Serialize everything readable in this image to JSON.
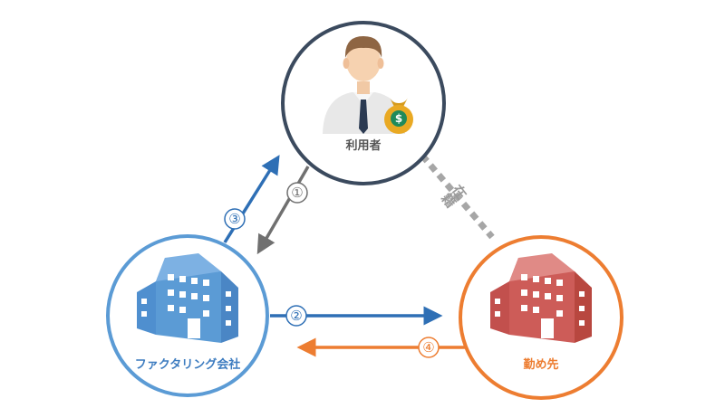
{
  "nodes": {
    "user": {
      "label": "利用者",
      "border_color": "#3b4a5e"
    },
    "factoring": {
      "label": "ファクタリング会社",
      "border_color": "#5b9bd5",
      "label_color": "#3d7cc0",
      "building_color": "#5b9bd5"
    },
    "employer": {
      "label": "勤め先",
      "border_color": "#ed7d31",
      "label_color": "#ed7d31",
      "building_color": "#cd5c58"
    }
  },
  "links": {
    "employment": {
      "label": "在籍",
      "color": "#9a9a9a"
    }
  },
  "steps": [
    {
      "num": "①",
      "color": "#707070"
    },
    {
      "num": "②",
      "color": "#2e6fb5"
    },
    {
      "num": "③",
      "color": "#2e6fb5"
    },
    {
      "num": "④",
      "color": "#ed7d31"
    }
  ],
  "icons": {
    "money_bag": "$"
  }
}
